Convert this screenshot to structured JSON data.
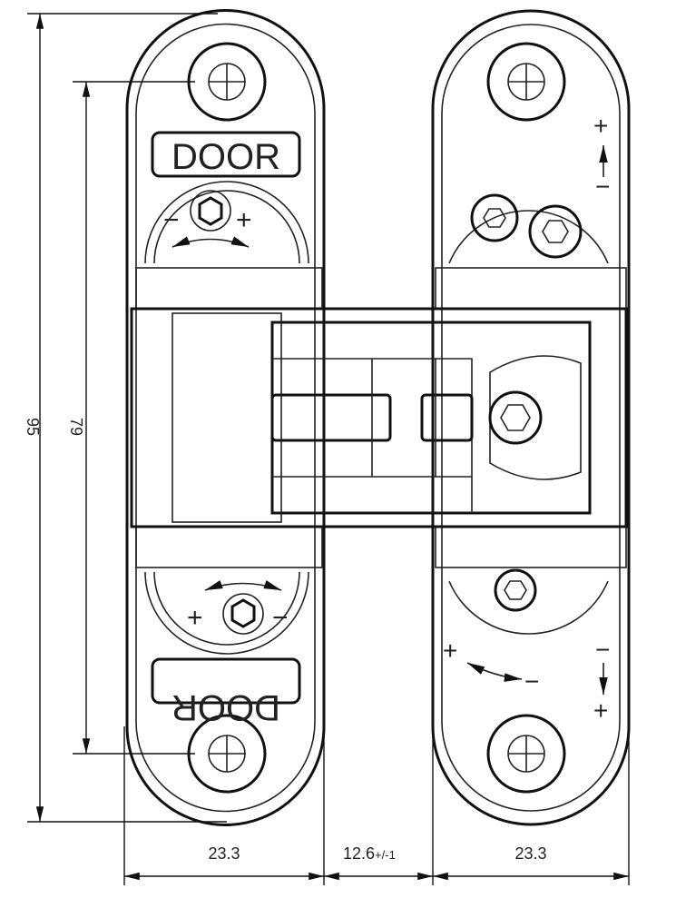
{
  "dimensions": {
    "overall_height": "95",
    "hole_spacing": "79",
    "left_width": "23.3",
    "gap": "12.6",
    "gap_tolerance": "+/-1",
    "right_width": "23.3"
  },
  "labels": {
    "door_top": "DOOR",
    "door_bottom": "DOOR",
    "plus": "+",
    "minus": "−"
  }
}
